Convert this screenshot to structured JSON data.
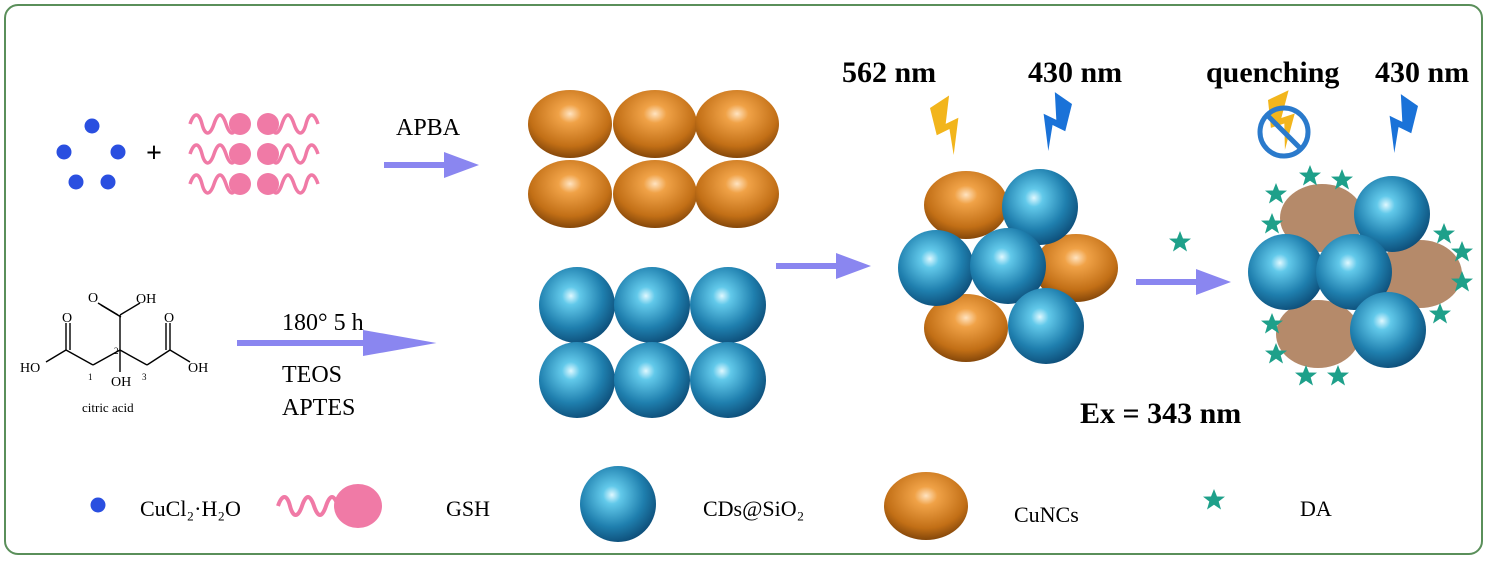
{
  "reagents": {
    "copper_salt": "CuCl₂·H₂O",
    "ligand": "GSH",
    "plus": "+"
  },
  "step1": {
    "reagent": "APBA"
  },
  "step2": {
    "condition": "180° 5 h",
    "reagent1": "TEOS",
    "reagent2": "APTES"
  },
  "molecule": {
    "name": "citric acid",
    "top_oh": "OH",
    "left_o": "O",
    "right_o": "O",
    "top_o": "O",
    "left_ho": "HO",
    "right_oh": "OH",
    "center_oh": "OH",
    "num1": "1",
    "num2": "2",
    "num3": "3"
  },
  "probe": {
    "em1": "562 nm",
    "em2": "430 nm",
    "excitation": "Ex = 343 nm"
  },
  "sensing": {
    "quench_label": "quenching",
    "em": "430 nm"
  },
  "legend": {
    "copper_salt": "CuCl₂·H₂O",
    "ligand": "GSH",
    "cds": "CDs@SiO₂",
    "cuncs": "CuNCs",
    "analyte": "DA"
  },
  "colors": {
    "frame": "#5a8f5a",
    "blue_dot": "#2a4fe0",
    "pink": "#f07aa6",
    "arrow": "#8a86f0",
    "cuncs": "#c8761a",
    "cds": "#2a86b0",
    "quenched": "#b58a6a",
    "star": "#1ea08a",
    "lightning_yellow": "#f2b51c",
    "lightning_blue": "#1a72d8",
    "no_sign": "#2a7acc"
  }
}
